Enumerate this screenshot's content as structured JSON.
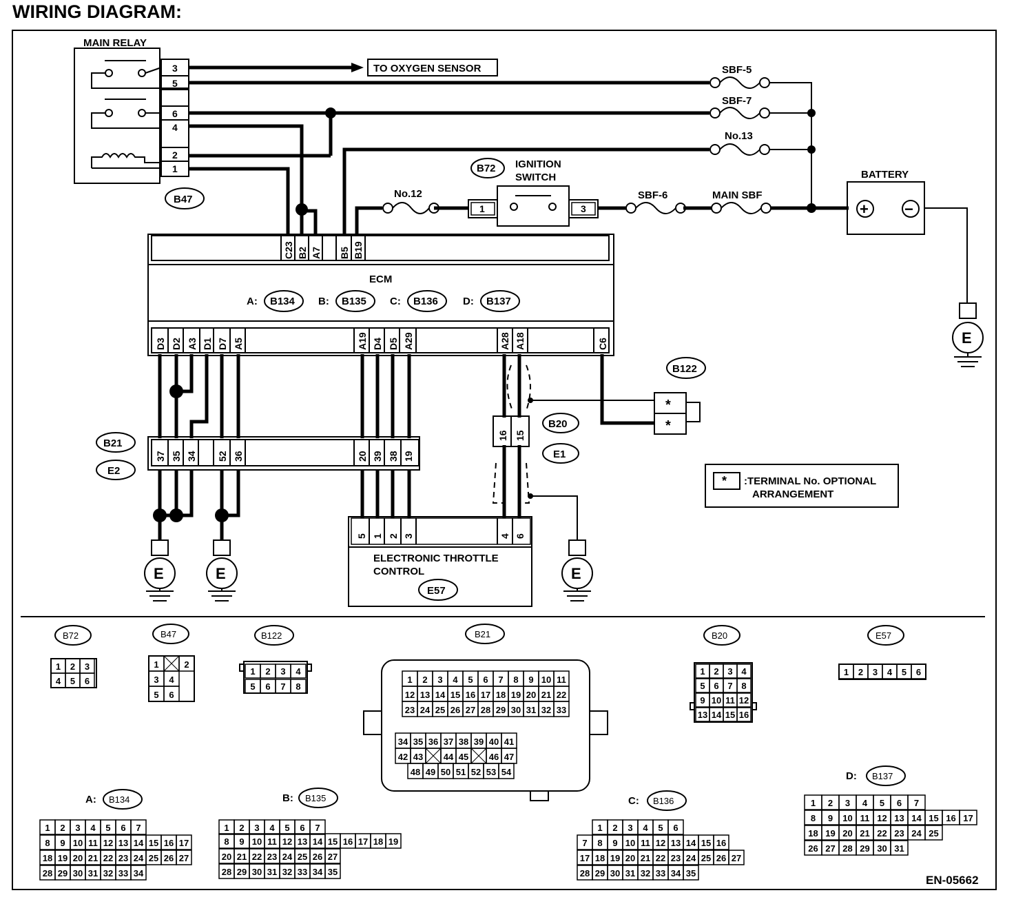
{
  "title": "WIRING DIAGRAM:",
  "doc_id": "EN-05662",
  "components": {
    "main_relay": {
      "label": "MAIN RELAY",
      "connector": "B47",
      "pins": [
        "3",
        "5",
        "6",
        "4",
        "2",
        "1"
      ]
    },
    "oxygen": "TO OXYGEN SENSOR",
    "fuses": {
      "sbf5": "SBF-5",
      "sbf7": "SBF-7",
      "no13": "No.13",
      "no12": "No.12",
      "sbf6": "SBF-6",
      "main_sbf": "MAIN SBF"
    },
    "ignition": {
      "connector": "B72",
      "label1": "IGNITION",
      "label2": "SWITCH",
      "pin1": "1",
      "pin3": "3"
    },
    "battery": {
      "label": "BATTERY",
      "plus": "+",
      "minus": "−"
    },
    "ground": "E",
    "ecm": {
      "label": "ECM",
      "A_label": "A:",
      "A": "B134",
      "B_label": "B:",
      "B": "B135",
      "C_label": "C:",
      "C": "B136",
      "D_label": "D:",
      "D": "B137",
      "top_pins": [
        "C23",
        "B2",
        "A7",
        "B5",
        "B19"
      ],
      "bottom_pins": [
        "D3",
        "D2",
        "A3",
        "D1",
        "D7",
        "A5",
        "A19",
        "D4",
        "D5",
        "A29",
        "A28",
        "A18",
        "C6"
      ]
    },
    "b21_e2": {
      "c1": "B21",
      "c2": "E2",
      "pins": [
        "37",
        "35",
        "34",
        "52",
        "36",
        "20",
        "39",
        "38",
        "19"
      ]
    },
    "b20_e1": {
      "c1": "B20",
      "c2": "E1",
      "pins": [
        "16",
        "15"
      ]
    },
    "b122": {
      "connector": "B122",
      "star": "*"
    },
    "legend": {
      "star": "*",
      "line1": ":TERMINAL No. OPTIONAL",
      "line2": "ARRANGEMENT"
    },
    "throttle": {
      "line1": "ELECTRONIC THROTTLE",
      "line2": "CONTROL",
      "connector": "E57",
      "pins": [
        "5",
        "1",
        "2",
        "3",
        "4",
        "6"
      ]
    }
  },
  "connector_views": {
    "B72": {
      "label": "B72",
      "rows": [
        [
          "1",
          "2",
          "3"
        ],
        [
          "4",
          "5",
          "6"
        ]
      ]
    },
    "B47": {
      "label": "B47",
      "rows": [
        [
          "1",
          "",
          "2"
        ],
        [
          "3",
          "4"
        ],
        [
          "5",
          "6"
        ]
      ]
    },
    "B122": {
      "label": "B122",
      "rows": [
        [
          "1",
          "2",
          "3",
          "4"
        ],
        [
          "5",
          "6",
          "7",
          "8"
        ]
      ]
    },
    "B21": {
      "label": "B21",
      "rows": [
        [
          "1",
          "2",
          "3",
          "4",
          "5",
          "6",
          "7",
          "8",
          "9",
          "10",
          "11"
        ],
        [
          "12",
          "13",
          "14",
          "15",
          "16",
          "17",
          "18",
          "19",
          "20",
          "21",
          "22"
        ],
        [
          "23",
          "24",
          "25",
          "26",
          "27",
          "28",
          "29",
          "30",
          "31",
          "32",
          "33"
        ],
        [
          "34",
          "35",
          "36",
          "37",
          "38",
          "39",
          "40",
          "41"
        ],
        [
          "42",
          "43",
          "",
          "44",
          "45",
          "",
          "46",
          "47"
        ],
        [
          "48",
          "49",
          "50",
          "51",
          "52",
          "53",
          "54"
        ]
      ]
    },
    "B20": {
      "label": "B20",
      "rows": [
        [
          "1",
          "2",
          "3",
          "4"
        ],
        [
          "5",
          "6",
          "7",
          "8"
        ],
        [
          "9",
          "10",
          "11",
          "12"
        ],
        [
          "13",
          "14",
          "15",
          "16"
        ]
      ]
    },
    "E57": {
      "label": "E57",
      "rows": [
        [
          "1",
          "2",
          "3",
          "4",
          "5",
          "6"
        ]
      ]
    },
    "B134": {
      "prefix": "A:",
      "label": "B134",
      "rows": [
        [
          "1",
          "2",
          "3",
          "4",
          "5",
          "6",
          "7"
        ],
        [
          "8",
          "9",
          "10",
          "11",
          "12",
          "13",
          "14",
          "15",
          "16",
          "17"
        ],
        [
          "18",
          "19",
          "20",
          "21",
          "22",
          "23",
          "24",
          "25",
          "26",
          "27"
        ],
        [
          "28",
          "29",
          "30",
          "31",
          "32",
          "33",
          "34"
        ]
      ]
    },
    "B135": {
      "prefix": "B:",
      "label": "B135",
      "rows": [
        [
          "1",
          "2",
          "3",
          "4",
          "5",
          "6",
          "7"
        ],
        [
          "8",
          "9",
          "10",
          "11",
          "12",
          "13",
          "14",
          "15",
          "16",
          "17",
          "18",
          "19"
        ],
        [
          "20",
          "21",
          "22",
          "23",
          "24",
          "25",
          "26",
          "27"
        ],
        [
          "28",
          "29",
          "30",
          "31",
          "32",
          "33",
          "34",
          "35"
        ]
      ]
    },
    "B136": {
      "prefix": "C:",
      "label": "B136",
      "rows": [
        [
          "1",
          "2",
          "3",
          "4",
          "5",
          "6"
        ],
        [
          "7",
          "8",
          "9",
          "10",
          "11",
          "12",
          "13",
          "14",
          "15",
          "16"
        ],
        [
          "17",
          "18",
          "19",
          "20",
          "21",
          "22",
          "23",
          "24",
          "25",
          "26",
          "27"
        ],
        [
          "28",
          "29",
          "30",
          "31",
          "32",
          "33",
          "34",
          "35"
        ]
      ]
    },
    "B137": {
      "prefix": "D:",
      "label": "B137",
      "rows": [
        [
          "1",
          "2",
          "3",
          "4",
          "5",
          "6",
          "7"
        ],
        [
          "8",
          "9",
          "10",
          "11",
          "12",
          "13",
          "14",
          "15",
          "16",
          "17"
        ],
        [
          "18",
          "19",
          "20",
          "21",
          "22",
          "23",
          "24",
          "25"
        ],
        [
          "26",
          "27",
          "28",
          "29",
          "30",
          "31"
        ]
      ]
    }
  }
}
